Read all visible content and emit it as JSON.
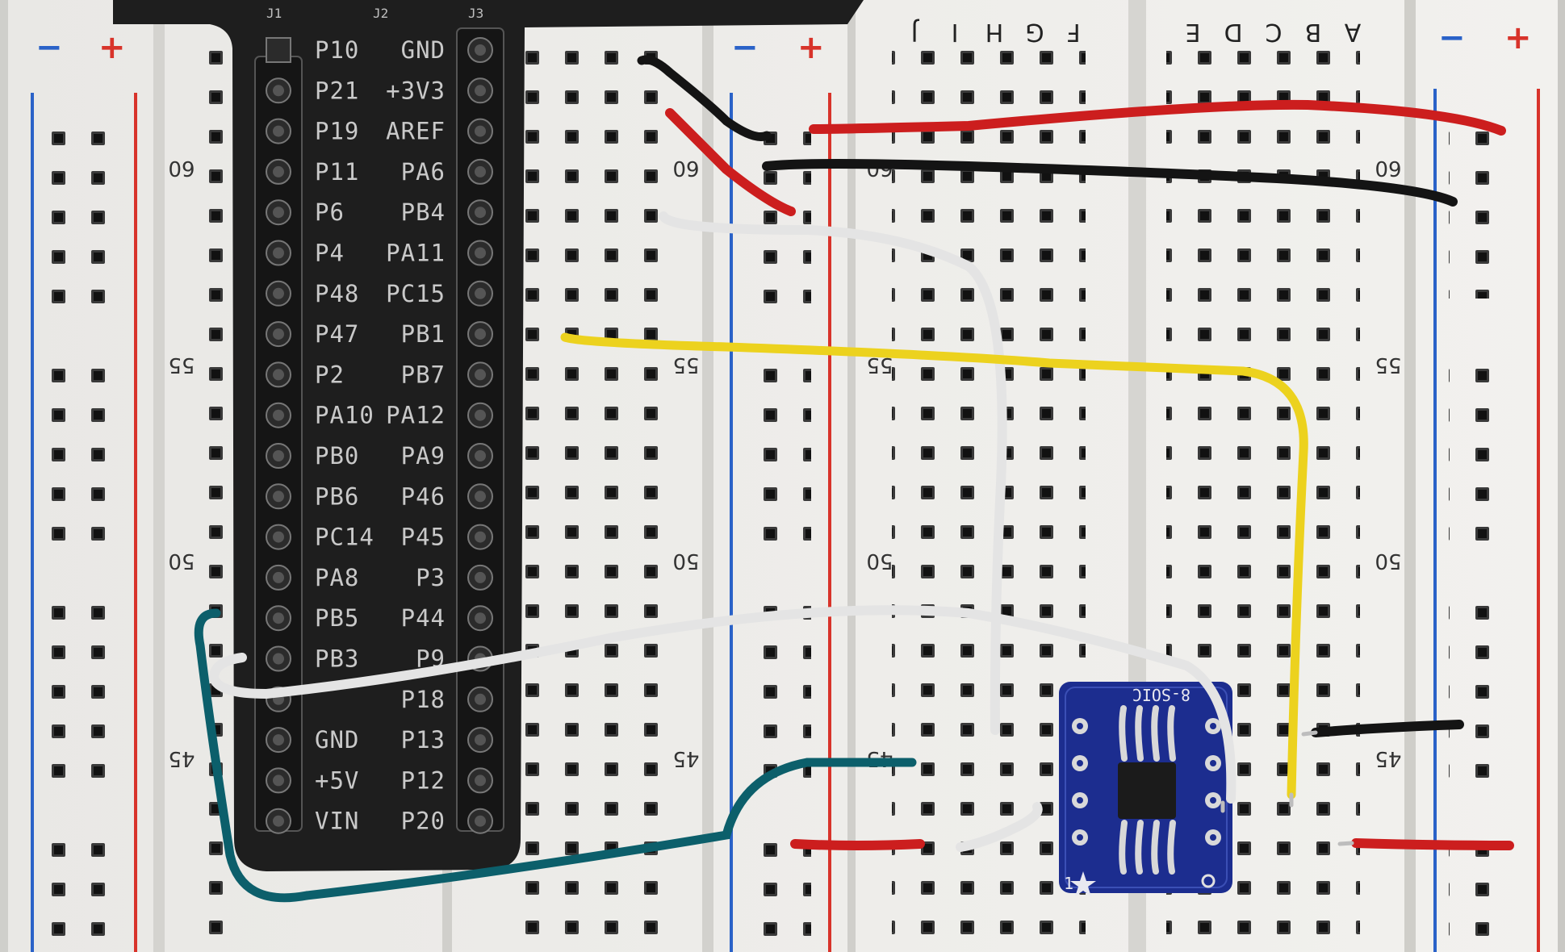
{
  "photo": {
    "subject": "breadboard",
    "breadboard": {
      "row_numbers": [
        "60",
        "55",
        "50",
        "45"
      ],
      "terminal_column_letters": [
        "F",
        "G",
        "H",
        "I",
        "J",
        "A",
        "B",
        "C",
        "D",
        "E"
      ],
      "rail_signs": {
        "minus": "−",
        "plus": "+"
      }
    },
    "header_board": {
      "header_labels": [
        "J1",
        "J2",
        "J3"
      ],
      "left_pins": [
        "P10",
        "P21",
        "P19",
        "P11",
        "P6",
        "P4",
        "P48",
        "P47",
        "P2",
        "PA10",
        "PB0",
        "PB6",
        "PC14",
        "PA8",
        "PB5",
        "PB3",
        "",
        "GND",
        "+5V",
        "VIN"
      ],
      "right_pins": [
        "GND",
        "+3V3",
        "AREF",
        "PA6",
        "PB4",
        "PA11",
        "PC15",
        "PB1",
        "PB7",
        "PA12",
        "PA9",
        "P46",
        "P45",
        "P3",
        "P44",
        "P9",
        "P18",
        "P13",
        "P12",
        "P20"
      ]
    },
    "adapter_board": {
      "label": "8-SOIC",
      "pin_marks": [
        "1"
      ]
    },
    "colors": {
      "board_white": "#ecebe8",
      "header_black": "#1e1e1e",
      "wire_red": "#cc1e1e",
      "wire_black": "#141414",
      "wire_white": "#e4e4e4",
      "wire_yellow": "#ecd21e",
      "wire_teal": "#0c5f6b",
      "adapter_blue": "#1c2d8f",
      "rail_blue": "#2a62c8",
      "rail_red": "#d8332a"
    }
  }
}
